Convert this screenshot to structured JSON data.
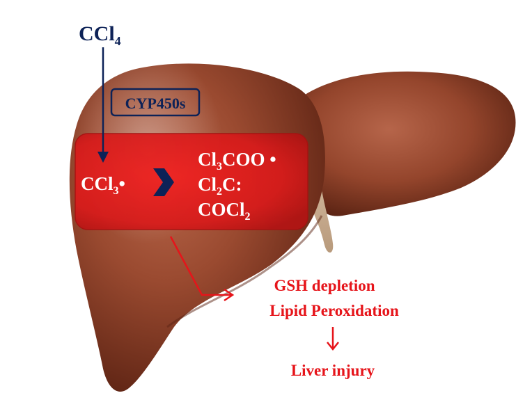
{
  "inputs": {
    "compound_base": "CCl",
    "compound_sub": "4",
    "enzyme": "CYP450s"
  },
  "radical": {
    "base": "CCl",
    "sub": "3",
    "dot": "•"
  },
  "products": [
    {
      "a": "Cl",
      "sub": "3",
      "b": "COO",
      "dot": " •"
    },
    {
      "a": "Cl",
      "sub": "2",
      "b": "C:",
      "dot": ""
    },
    {
      "a": "COCl",
      "sub": "2",
      "b": "",
      "dot": ""
    }
  ],
  "effects": {
    "line1": "GSH depletion",
    "line2": "Lipid Peroxidation",
    "outcome": "Liver injury"
  },
  "colors": {
    "navy": "#0d2257",
    "red": "#e6141a",
    "box_red": "#d61c1c",
    "liver": "#93432a"
  }
}
